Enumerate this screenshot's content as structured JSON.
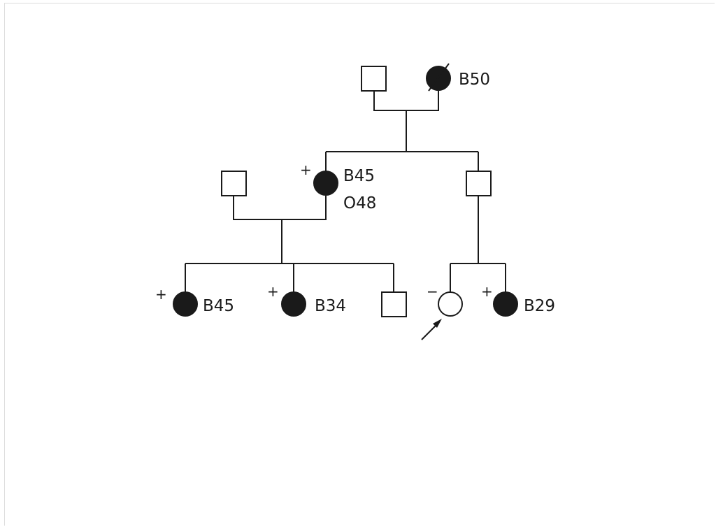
{
  "pedigree": {
    "generation1": {
      "father": {
        "sex": "male",
        "affected": false
      },
      "mother": {
        "sex": "female",
        "affected": true,
        "deceased": true,
        "label": "B50"
      }
    },
    "generation2": {
      "spouse_left": {
        "sex": "male",
        "affected": false
      },
      "daughter": {
        "sex": "female",
        "affected": true,
        "sign": "+",
        "label_line1": "B45",
        "label_line2": "O48"
      },
      "son": {
        "sex": "male",
        "affected": false
      }
    },
    "generation3": {
      "child1": {
        "sex": "female",
        "affected": true,
        "sign": "+",
        "label": "B45"
      },
      "child2": {
        "sex": "female",
        "affected": true,
        "sign": "+",
        "label": "B34"
      },
      "child3": {
        "sex": "male",
        "affected": false
      },
      "proband": {
        "sex": "female",
        "affected": false,
        "sign": "−",
        "is_proband": true
      },
      "child5": {
        "sex": "female",
        "affected": true,
        "sign": "+",
        "label": "B29"
      }
    }
  }
}
